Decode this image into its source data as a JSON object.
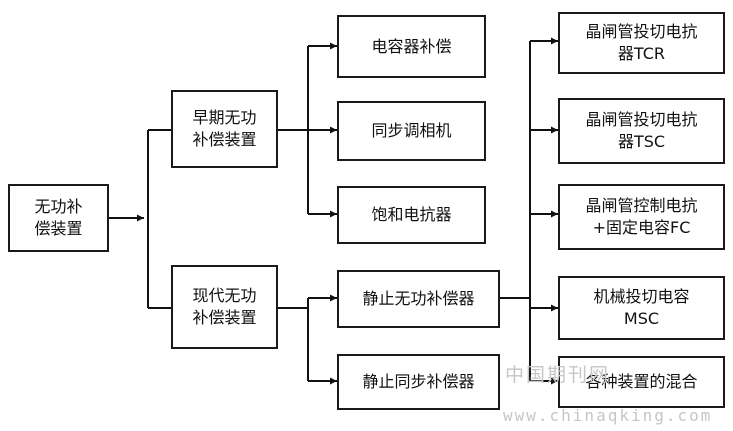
{
  "root": {
    "label": "无功补\n偿装置"
  },
  "branches": {
    "early": {
      "label": "早期无功\n补偿装置"
    },
    "modern": {
      "label": "现代无功\n补偿装置"
    }
  },
  "early_children": [
    {
      "label": "电容器补偿"
    },
    {
      "label": "同步调相机"
    },
    {
      "label": "饱和电抗器"
    }
  ],
  "modern_children": [
    {
      "label": "静止无功补偿器"
    },
    {
      "label": "静止同步补偿器"
    }
  ],
  "svc_types": [
    {
      "label": "晶闸管投切电抗\n器TCR"
    },
    {
      "label": "晶闸管投切电抗\n器TSC"
    },
    {
      "label": "晶闸管控制电抗\n+固定电容FC"
    },
    {
      "label": "机械投切电容\nMSC"
    },
    {
      "label": "各种装置的混合"
    }
  ],
  "watermark": {
    "cn": "中国期刊网",
    "url": "www.chinaqking.com"
  }
}
